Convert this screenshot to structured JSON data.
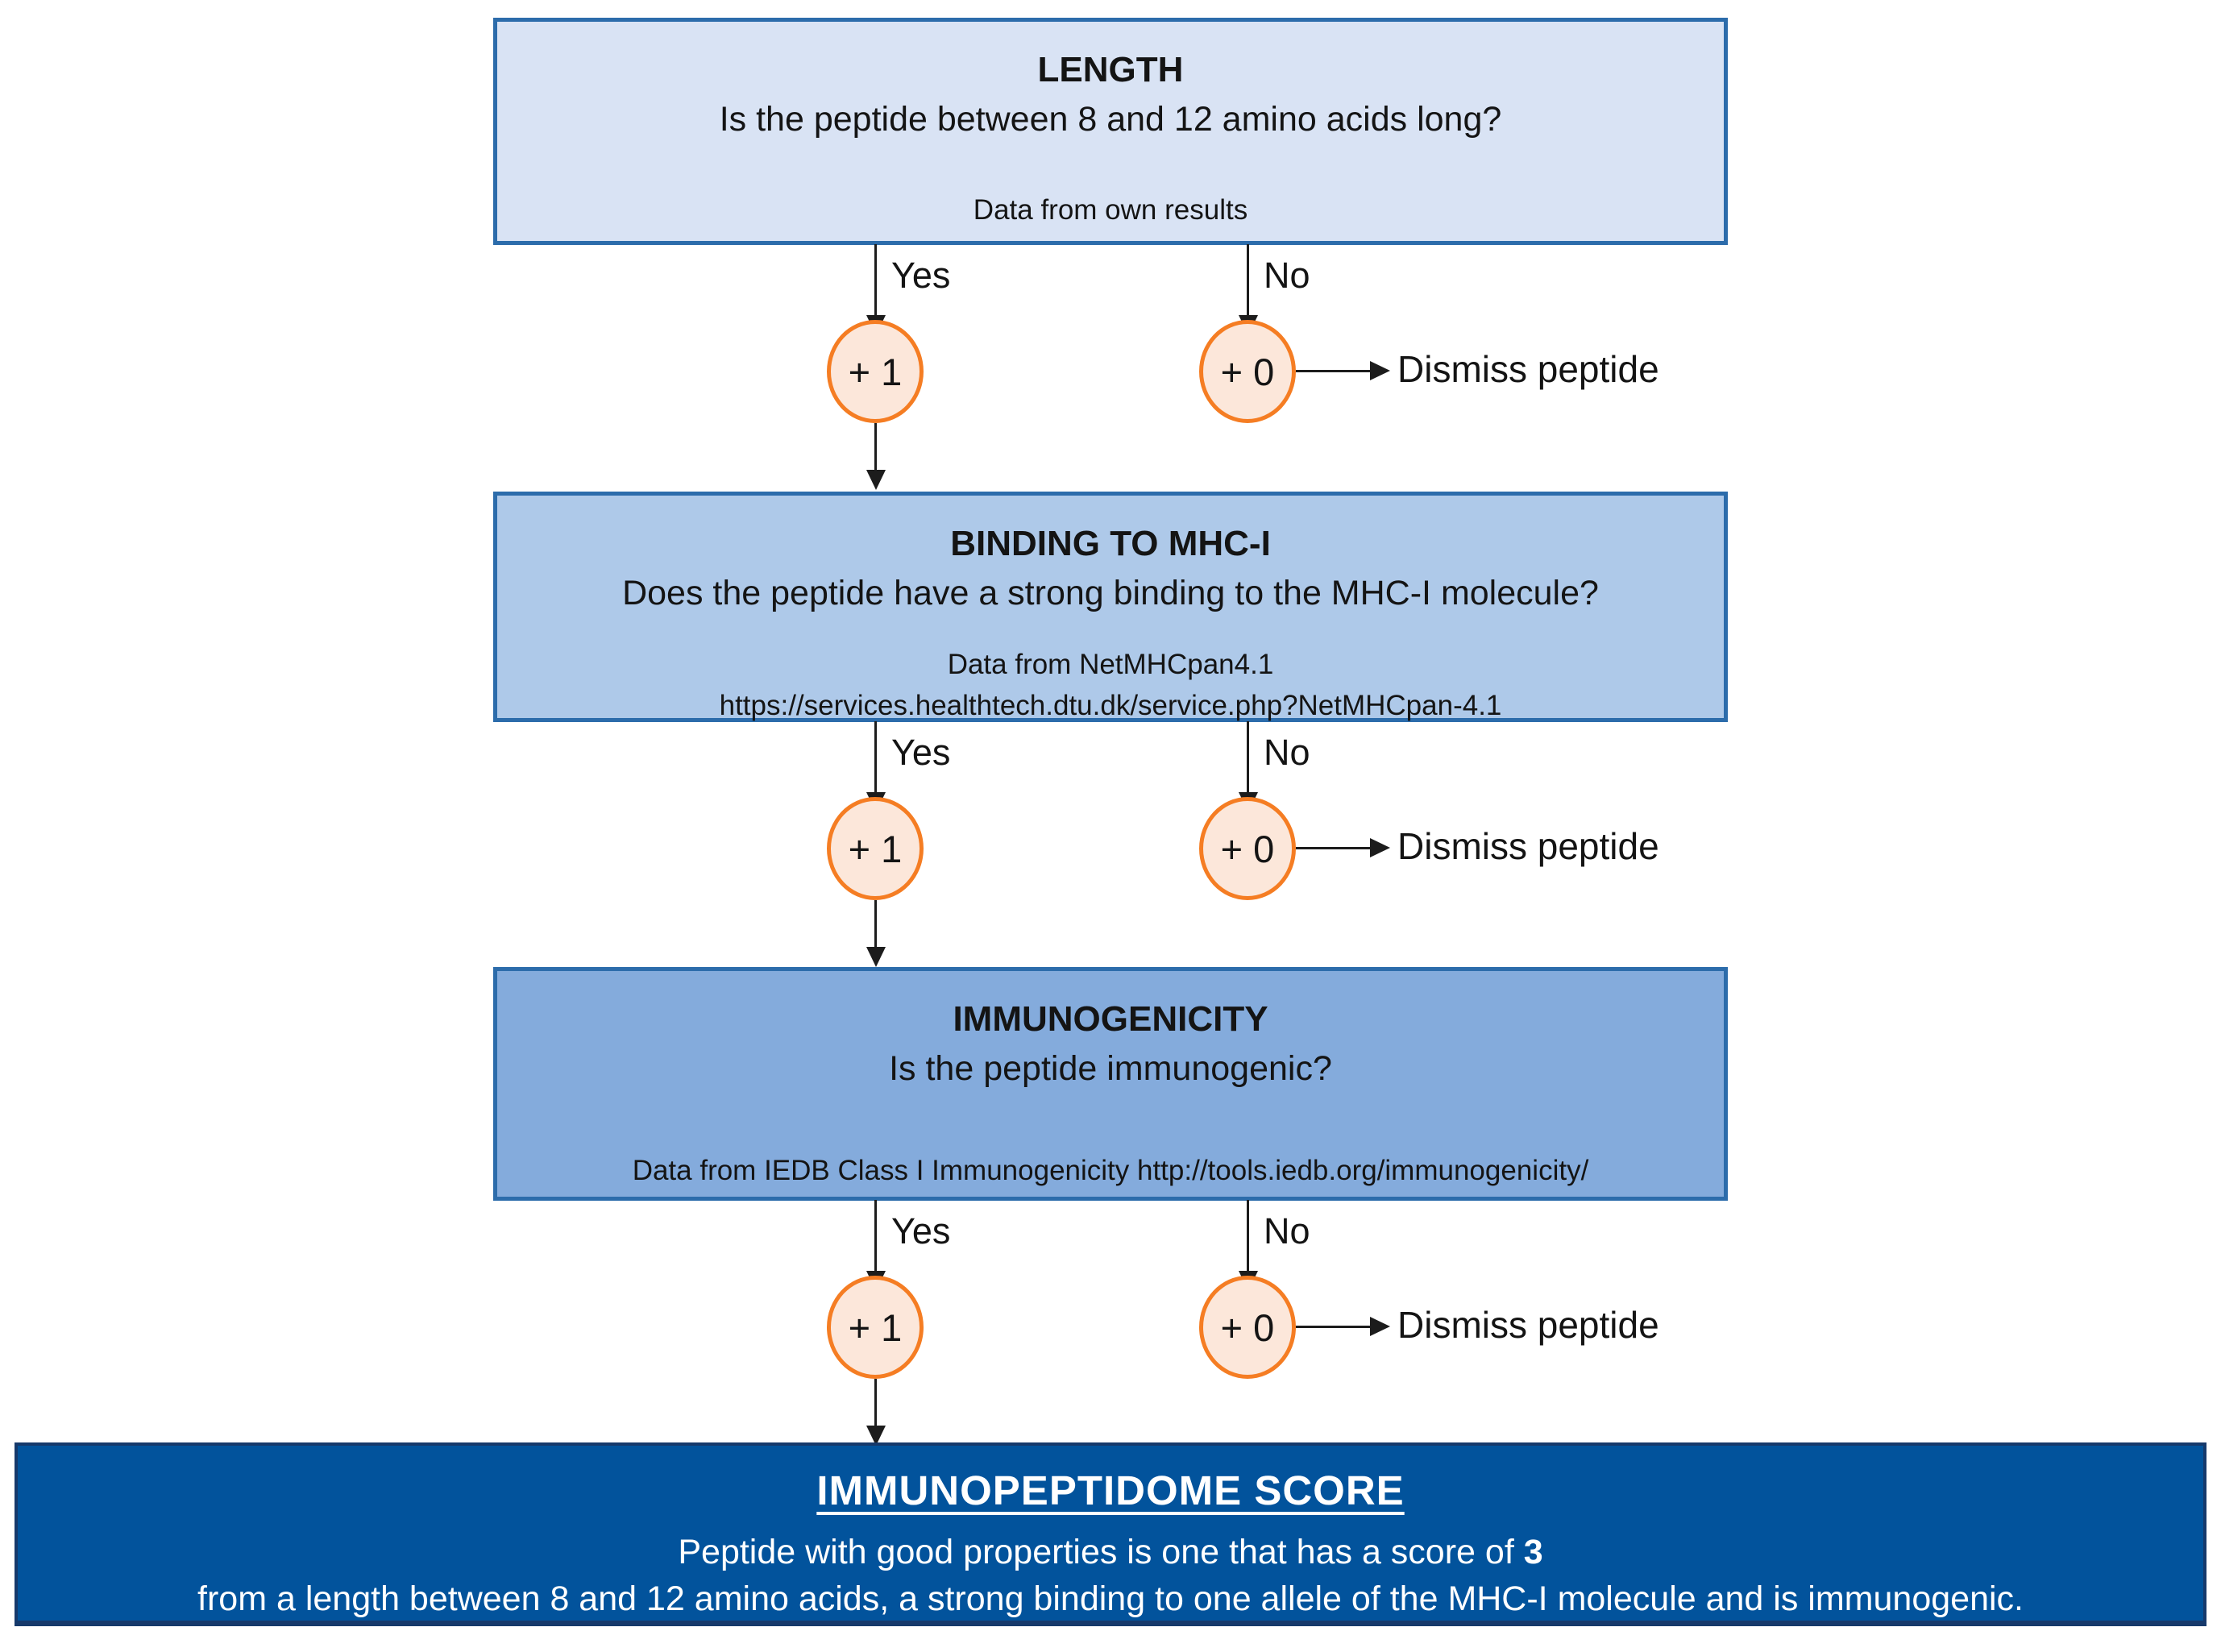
{
  "colors": {
    "step1_fill": "#d9e3f4",
    "step2_fill": "#aec9e9",
    "step3_fill": "#84abdc",
    "step_border": "#2c6cab",
    "result_fill": "#02539c",
    "result_border": "#16396b",
    "circle_fill": "#fce7da",
    "circle_border": "#f57d23",
    "arrow": "#1c1c1c",
    "text": "#141414",
    "result_text": "#ffffff"
  },
  "flowchart": {
    "steps": [
      {
        "title": "LENGTH",
        "question": "Is the peptide between 8 and 12 amino acids long?",
        "source_lines": [
          "Data from own results"
        ]
      },
      {
        "title": "BINDING TO MHC-I",
        "question": "Does the peptide have a strong binding to the MHC-I molecule?",
        "source_lines": [
          "Data from NetMHCpan4.1",
          "https://services.healthtech.dtu.dk/service.php?NetMHCpan-4.1"
        ]
      },
      {
        "title": "IMMUNOGENICITY",
        "question": "Is the peptide immunogenic?",
        "source_lines": [
          "Data from IEDB Class I Immunogenicity http://tools.iedb.org/immunogenicity/"
        ]
      }
    ],
    "branch": {
      "yes_label": "Yes",
      "no_label": "No",
      "yes_score": "+ 1",
      "no_score": "+ 0",
      "dismiss_label": "Dismiss peptide"
    },
    "result": {
      "title": "IMMUNOPEPTIDOME SCORE",
      "score_line_prefix": "Peptide with good properties is one that has a score of ",
      "score_value": "3",
      "detail_line": "from a length between 8 and 12 amino acids, a strong binding to one allele of the MHC-I molecule and is immunogenic."
    }
  }
}
